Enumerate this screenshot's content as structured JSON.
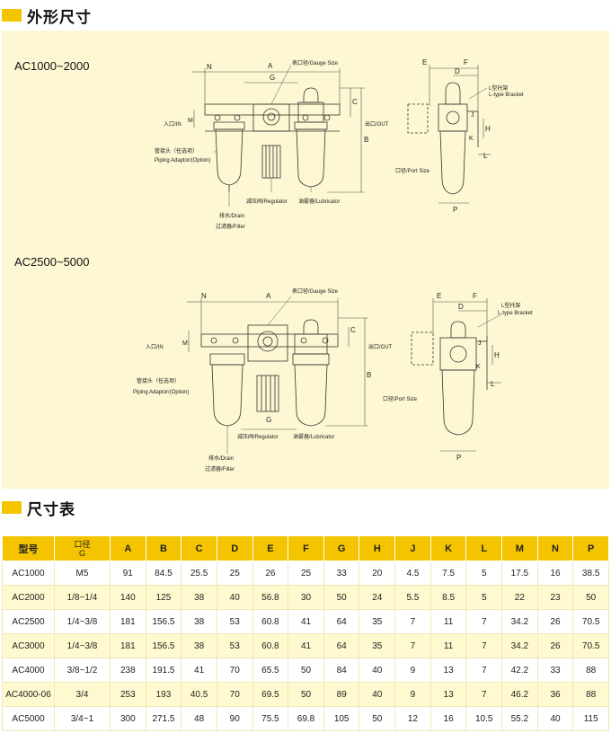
{
  "section_outline": {
    "title": "外形尺寸"
  },
  "section_table": {
    "title": "尺寸表"
  },
  "drawing1": {
    "model": "AC1000~2000",
    "dims": {
      "A": "A",
      "B": "B",
      "C": "C",
      "G": "G",
      "N": "N",
      "M": "M",
      "E": "E",
      "F": "F",
      "D": "D",
      "H": "H",
      "J": "J",
      "K": "K",
      "L": "L",
      "P": "P"
    },
    "labels": {
      "gauge": "表口径/Gauge Size",
      "in": "入口/IN",
      "out": "出口/OUT",
      "piping_cn": "管接头（任选项）",
      "piping_en": "Piping Adaptor/(Option)",
      "regulator": "减压阀/Regulator",
      "lubricator": "油雾器/Lubricator",
      "drain": "排水/Drain",
      "filter": "过滤器/Filter",
      "bracket_cn": "L型托架",
      "bracket_en": "L-type Bracket",
      "port": "口径/Port Size"
    }
  },
  "drawing2": {
    "model": "AC2500~5000",
    "labels": {
      "gauge": "表口径/Gauge Size",
      "in": "入口/IN",
      "out": "出口/OUT",
      "piping_cn": "管接头（任选项）",
      "piping_en": "Piping Adaptor/(Option)",
      "regulator": "减压阀/Regulator",
      "lubricator": "油雾器/Lubricator",
      "drain": "排水/Drain",
      "filter": "过滤器/Filter",
      "bracket_cn": "L型托架",
      "bracket_en": "L-type Bracket",
      "port": "口径/Port Size"
    }
  },
  "table": {
    "headers": [
      "型号",
      "口径\nG",
      "A",
      "B",
      "C",
      "D",
      "E",
      "F",
      "G",
      "H",
      "J",
      "K",
      "L",
      "M",
      "N",
      "P"
    ],
    "rows": [
      [
        "AC1000",
        "M5",
        "91",
        "84.5",
        "25.5",
        "25",
        "26",
        "25",
        "33",
        "20",
        "4.5",
        "7.5",
        "5",
        "17.5",
        "16",
        "38.5"
      ],
      [
        "AC2000",
        "1/8~1/4",
        "140",
        "125",
        "38",
        "40",
        "56.8",
        "30",
        "50",
        "24",
        "5.5",
        "8.5",
        "5",
        "22",
        "23",
        "50"
      ],
      [
        "AC2500",
        "1/4~3/8",
        "181",
        "156.5",
        "38",
        "53",
        "60.8",
        "41",
        "64",
        "35",
        "7",
        "11",
        "7",
        "34.2",
        "26",
        "70.5"
      ],
      [
        "AC3000",
        "1/4~3/8",
        "181",
        "156.5",
        "38",
        "53",
        "60.8",
        "41",
        "64",
        "35",
        "7",
        "11",
        "7",
        "34.2",
        "26",
        "70.5"
      ],
      [
        "AC4000",
        "3/8~1/2",
        "238",
        "191.5",
        "41",
        "70",
        "65.5",
        "50",
        "84",
        "40",
        "9",
        "13",
        "7",
        "42.2",
        "33",
        "88"
      ],
      [
        "AC4000-06",
        "3/4",
        "253",
        "193",
        "40.5",
        "70",
        "69.5",
        "50",
        "89",
        "40",
        "9",
        "13",
        "7",
        "46.2",
        "36",
        "88"
      ],
      [
        "AC5000",
        "3/4~1",
        "300",
        "271.5",
        "48",
        "90",
        "75.5",
        "69.8",
        "105",
        "50",
        "12",
        "16",
        "10.5",
        "55.2",
        "40",
        "115"
      ]
    ]
  }
}
